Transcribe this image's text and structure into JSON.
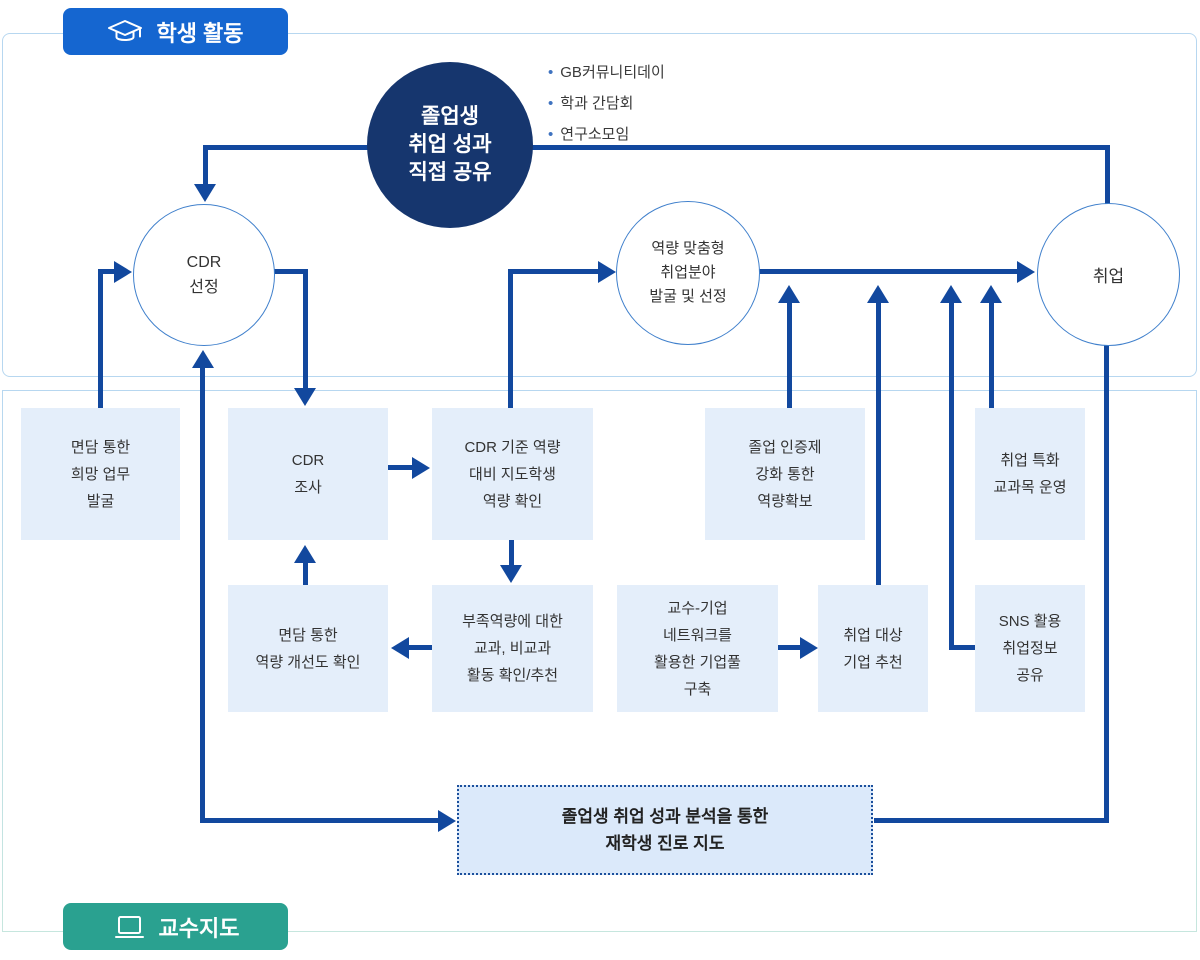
{
  "palette": {
    "line_navy": "#12489e",
    "badge_blue": "#1566d0",
    "badge_green": "#2aa190",
    "dark_circle_navy": "#16366e",
    "box_fill": "#e4eefa",
    "dotted_box_fill": "#dbe9fa",
    "circle_border": "#4080cc",
    "container_border": "#b7d7f0"
  },
  "badges": {
    "student": {
      "label": "학생 활동",
      "icon": "graduation-cap-icon"
    },
    "professor": {
      "label": "교수지도",
      "icon": "laptop-icon"
    }
  },
  "share_circle": {
    "lines": [
      "졸업생",
      "취업 성과",
      "직접 공유"
    ]
  },
  "bullets": {
    "items": [
      "GB커뮤니티데이",
      "학과 간담회",
      "연구소모임"
    ]
  },
  "circles": {
    "cdr": {
      "lines": [
        "CDR",
        "선정"
      ]
    },
    "match": {
      "lines": [
        "역량 맞춤형",
        "취업분야",
        "발굴 및 선정"
      ]
    },
    "job": {
      "lines": [
        "취업"
      ]
    }
  },
  "boxes": {
    "hope": {
      "lines": [
        "면담 통한",
        "희망 업무",
        "발굴"
      ]
    },
    "survey": {
      "lines": [
        "CDR",
        "조사"
      ]
    },
    "check": {
      "lines": [
        "CDR 기준 역량",
        "대비 지도학생",
        "역량 확인"
      ]
    },
    "cert": {
      "lines": [
        "졸업 인증제",
        "강화 통한",
        "역량확보"
      ]
    },
    "special": {
      "lines": [
        "취업 특화",
        "교과목 운영"
      ]
    },
    "improve": {
      "lines": [
        "면담 통한",
        "역량 개선도 확인"
      ]
    },
    "lack": {
      "lines": [
        "부족역량에 대한",
        "교과, 비교과",
        "활동 확인/추천"
      ]
    },
    "network": {
      "lines": [
        "교수-기업",
        "네트워크를",
        "활용한 기업풀",
        "구축"
      ]
    },
    "recommend": {
      "lines": [
        "취업 대상",
        "기업 추천"
      ]
    },
    "sns": {
      "lines": [
        "SNS 활용",
        "취업정보",
        "공유"
      ]
    }
  },
  "feedback_box": {
    "lines": [
      "졸업생 취업 성과 분석을 통한",
      "재학생 진로 지도"
    ]
  }
}
